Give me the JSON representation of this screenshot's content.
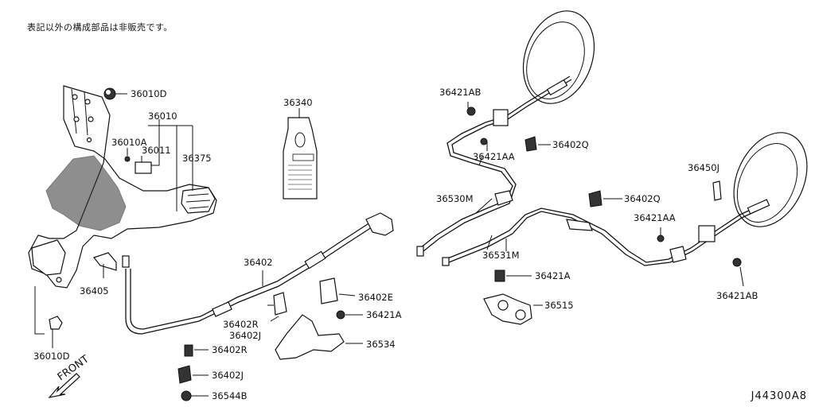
{
  "header": {
    "note": "表記以外の構成部品は非販売です。"
  },
  "footer": {
    "code": "J44300A8"
  },
  "front_label": "FRONT",
  "labels": {
    "p36010D_a": "36010D",
    "p36010": "36010",
    "p36010A": "36010A",
    "p36011": "36011",
    "p36375": "36375",
    "p36405": "36405",
    "p36010D_b": "36010D",
    "p36340": "36340",
    "p36402": "36402",
    "p36402E": "36402E",
    "p36421A_a": "36421A",
    "p36402R_a": "36402R",
    "p36402J_a": "36402J",
    "p36534": "36534",
    "p36402R_b": "36402R",
    "p36402J_b": "36402J",
    "p36544B": "36544B",
    "p36421AB_a": "36421AB",
    "p36421AA_a": "36421AA",
    "p36402Q_a": "36402Q",
    "p36530M": "36530M",
    "p36531M": "36531M",
    "p36402Q_b": "36402Q",
    "p36450J": "36450J",
    "p36421AA_b": "36421AA",
    "p36421AB_b": "36421AB",
    "p36421A_b": "36421A",
    "p36515": "36515"
  }
}
